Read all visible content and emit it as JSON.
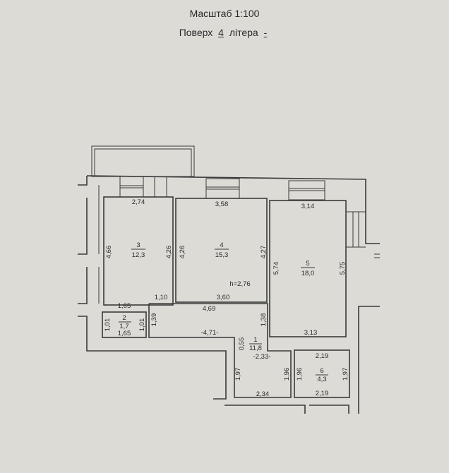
{
  "header": {
    "scale_label": "Масштаб 1:100",
    "floor_label": "Поверх",
    "floor_value": "4",
    "litera_label": "літера",
    "litera_value": "-"
  },
  "plan": {
    "ceiling_height": "h=2,76",
    "rooms": [
      {
        "number": "1",
        "area": "11,8"
      },
      {
        "number": "2",
        "area": "1,7"
      },
      {
        "number": "3",
        "area": "12,3"
      },
      {
        "number": "4",
        "area": "15,3"
      },
      {
        "number": "5",
        "area": "18,0"
      },
      {
        "number": "6",
        "area": "4,3"
      }
    ],
    "dimensions": {
      "r3_top": "2,74",
      "r3_left": "4,66",
      "r3_right": "4,26",
      "r3_bottom": "1,65",
      "r3_step": "1,10",
      "r4_top": "3,58",
      "r4_left": "4,26",
      "r4_right": "4,27",
      "r4_bottom": "3,60",
      "r5_top": "3,14",
      "r5_left": "5,74",
      "r5_right": "5,75",
      "r5_bottom": "3,13",
      "r2_left": "1,01",
      "r2_right": "1,01",
      "r2_bottom": "1,65",
      "r1_top": "4,69",
      "r1_left": "1,39",
      "r1_right": "1,38",
      "r1_bottom": "-4,71-",
      "r1_step": "0,55",
      "r1_mid": "-2,33-",
      "r1_lower_left": "1,97",
      "r1_lower_right": "1,96",
      "r1_lower_bottom": "2,34",
      "r6_top": "2,19",
      "r6_left": "1,96",
      "r6_right": "1,97",
      "r6_bottom": "2,19"
    }
  }
}
